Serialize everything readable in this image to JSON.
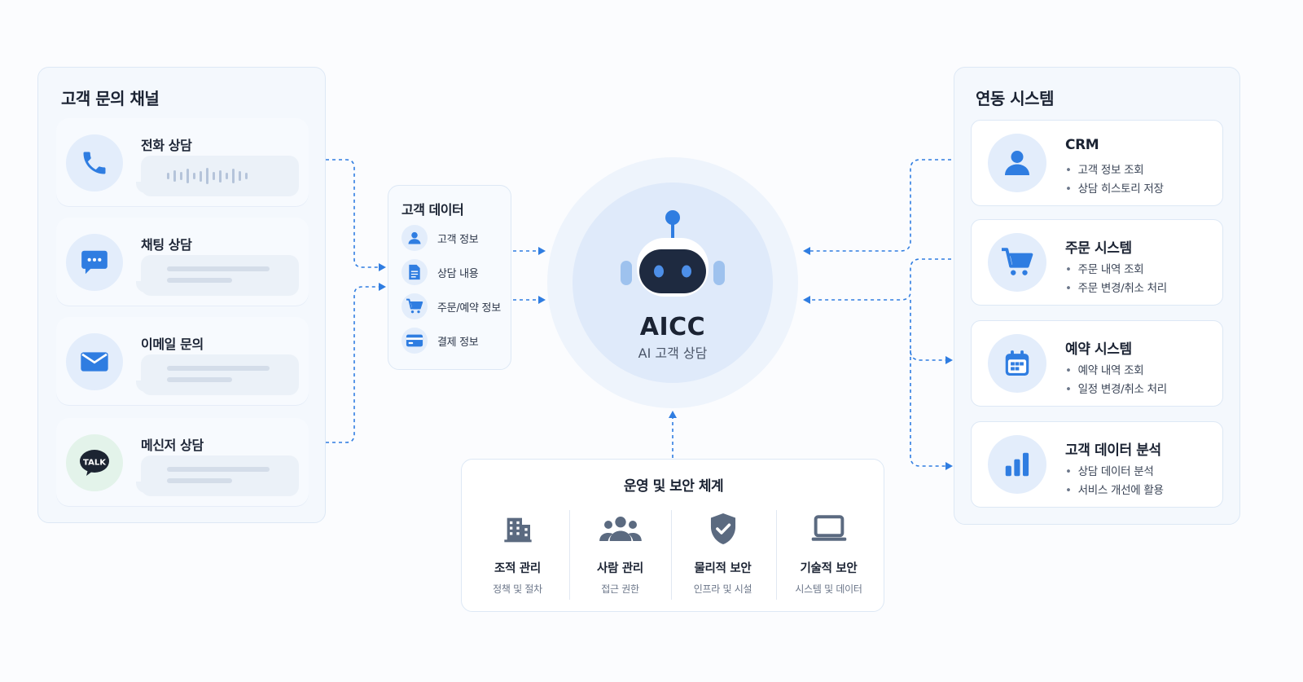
{
  "channels": {
    "title": "고객 문의 채널",
    "items": [
      {
        "label": "전화 상담",
        "icon": "phone-icon"
      },
      {
        "label": "채팅 상담",
        "icon": "chat-icon"
      },
      {
        "label": "이메일 문의",
        "icon": "mail-icon"
      },
      {
        "label": "메신저 상담",
        "icon": "talk-icon",
        "icon_text": "TALK"
      }
    ]
  },
  "customer_data": {
    "title": "고객 데이터",
    "items": [
      {
        "label": "고객 정보",
        "icon": "person-icon"
      },
      {
        "label": "상담 내용",
        "icon": "document-icon"
      },
      {
        "label": "주문/예약 정보",
        "icon": "cart-icon"
      },
      {
        "label": "결제 정보",
        "icon": "card-icon"
      }
    ]
  },
  "center": {
    "title": "AICC",
    "subtitle": "AI 고객 상담",
    "icon": "robot-icon"
  },
  "systems": {
    "title": "연동 시스템",
    "items": [
      {
        "title": "CRM",
        "icon": "person-icon",
        "bullets": [
          "고객 정보 조회",
          "상담 히스토리 저장"
        ]
      },
      {
        "title": "주문 시스템",
        "icon": "cart-icon",
        "bullets": [
          "주문 내역 조회",
          "주문 변경/취소 처리"
        ]
      },
      {
        "title": "예약 시스템",
        "icon": "calendar-icon",
        "bullets": [
          "예약 내역 조회",
          "일정 변경/취소 처리"
        ]
      },
      {
        "title": "고객 데이터 분석",
        "icon": "bar-chart-icon",
        "bullets": [
          "상담 데이터 분석",
          "서비스 개선에 활용"
        ]
      }
    ]
  },
  "ops": {
    "title": "운영 및 보안 체계",
    "items": [
      {
        "name": "조적 관리",
        "desc": "정책 및 절차",
        "icon": "building-icon"
      },
      {
        "name": "사람 관리",
        "desc": "접근 권한",
        "icon": "people-icon"
      },
      {
        "name": "물리적 보안",
        "desc": "인프라 및 시설",
        "icon": "shield-icon"
      },
      {
        "name": "기술적 보안",
        "desc": "시스템 및 데이터",
        "icon": "laptop-icon"
      }
    ]
  },
  "colors": {
    "accent": "#2f7de1",
    "icon_dark": "#5b6a80",
    "talk_green": "#e3f3ea"
  }
}
